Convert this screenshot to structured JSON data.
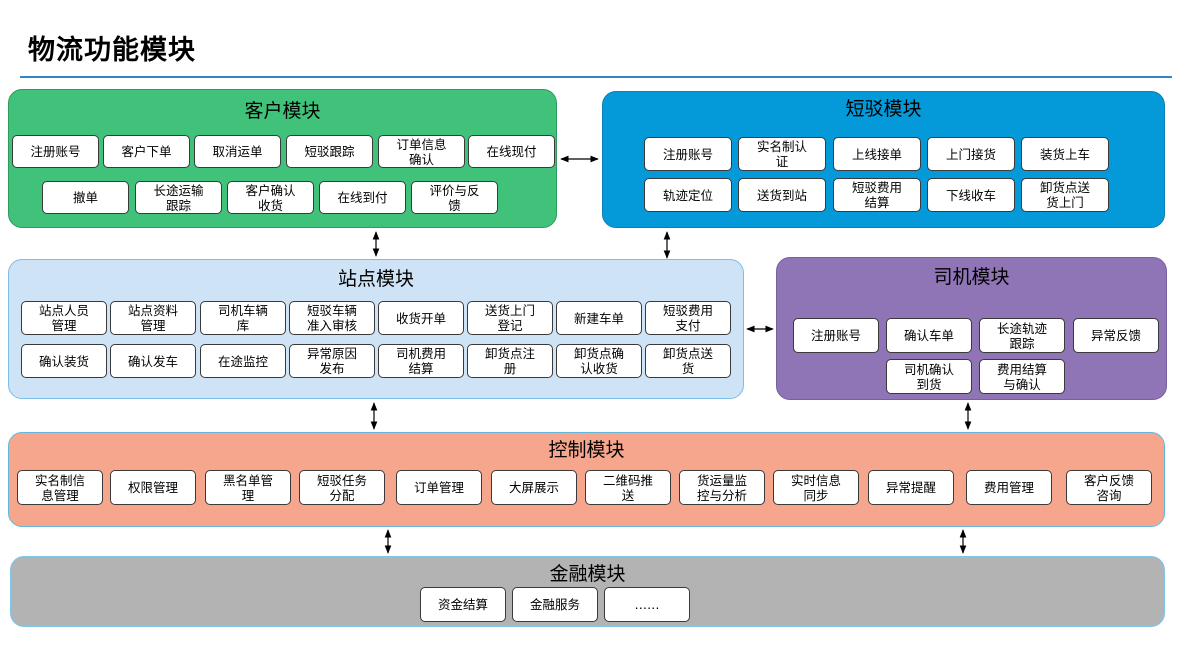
{
  "page": {
    "title": "物流功能模块"
  },
  "modules": {
    "customer": {
      "title": "客户模块",
      "items": [
        "注册账号",
        "客户下单",
        "取消运单",
        "短驳跟踪",
        "订单信息\n确认",
        "在线现付",
        "撤单",
        "长途运输\n跟踪",
        "客户确认\n收货",
        "在线到付",
        "评价与反\n馈"
      ]
    },
    "short": {
      "title": "短驳模块",
      "items": [
        "注册账号",
        "实名制认\n证",
        "上线接单",
        "上门接货",
        "装货上车",
        "轨迹定位",
        "送货到站",
        "短驳费用\n结算",
        "下线收车",
        "卸货点送\n货上门"
      ]
    },
    "station": {
      "title": "站点模块",
      "items": [
        "站点人员\n管理",
        "站点资料\n管理",
        "司机车辆\n库",
        "短驳车辆\n准入审核",
        "收货开单",
        "送货上门\n登记",
        "新建车单",
        "短驳费用\n支付",
        "确认装货",
        "确认发车",
        "在途监控",
        "异常原因\n发布",
        "司机费用\n结算",
        "卸货点注\n册",
        "卸货点确\n认收货",
        "卸货点送\n货"
      ]
    },
    "driver": {
      "title": "司机模块",
      "items": [
        "注册账号",
        "确认车单",
        "长途轨迹\n跟踪",
        "异常反馈",
        "司机确认\n到货",
        "费用结算\n与确认"
      ]
    },
    "control": {
      "title": "控制模块",
      "items": [
        "实名制信\n息管理",
        "权限管理",
        "黑名单管\n理",
        "短驳任务\n分配",
        "订单管理",
        "大屏展示",
        "二维码推\n送",
        "货运量监\n控与分析",
        "实时信息\n同步",
        "异常提醒",
        "费用管理",
        "客户反馈\n咨询"
      ]
    },
    "finance": {
      "title": "金融模块",
      "items": [
        "资金结算",
        "金融服务",
        "……"
      ]
    }
  },
  "colors": {
    "customer": "#41c27a",
    "short": "#0499d8",
    "station": "#cfe3f7",
    "driver": "#8f74b6",
    "control": "#f6a68c",
    "finance": "#b3b3b3",
    "title_rule": "#2e86c8"
  }
}
